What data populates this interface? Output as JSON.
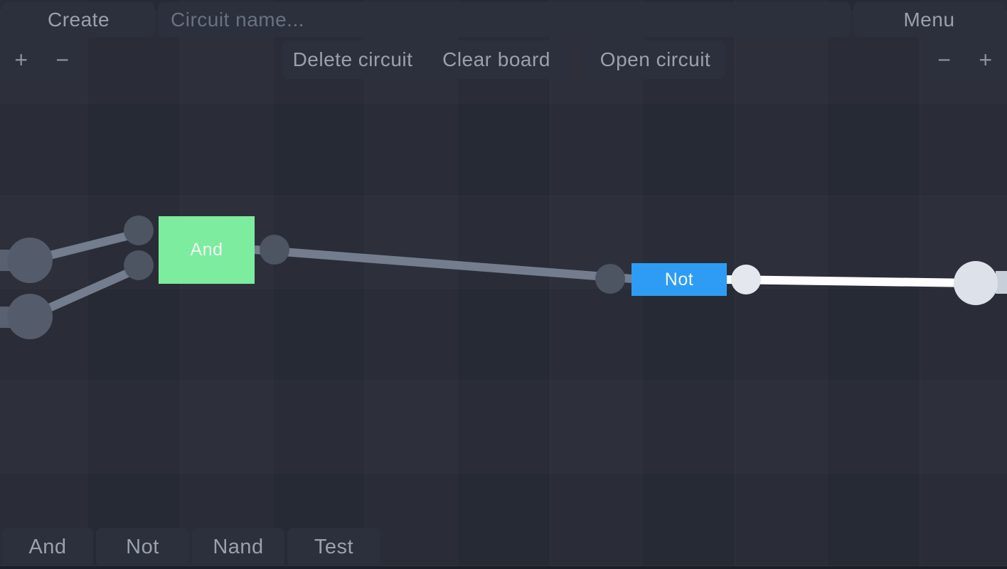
{
  "theme": {
    "bg": "#282c37",
    "panel": "#2b303c",
    "panel_text": "#9aa1ac",
    "placeholder": "#6a7180",
    "gate_and": "#7dec9f",
    "gate_not": "#2e9cf4",
    "gate_label": "#eff8f3",
    "node_off": "#4d5462",
    "node_on": "#e4e8ee",
    "pad_off": "#545b6a",
    "pad_on": "#dde2ea",
    "wire_off": "#747d8d",
    "wire_on": "#ffffff",
    "stub_off": "#59606f",
    "stub_on": "#c9cfd9",
    "bottom_strip": "#1b1f28"
  },
  "top_bar": {
    "create_label": "Create",
    "circuit_name_placeholder": "Circuit name...",
    "circuit_name_value": "",
    "menu_label": "Menu"
  },
  "actions": {
    "delete_circuit": "Delete circuit",
    "clear_board": "Clear board",
    "open_circuit": "Open circuit"
  },
  "zoom_controls": {
    "plus": "+",
    "minus": "−"
  },
  "palette": {
    "items": [
      {
        "label": "And"
      },
      {
        "label": "Not"
      },
      {
        "label": "Nand"
      },
      {
        "label": "Test"
      }
    ]
  },
  "circuit": {
    "gates": [
      {
        "label": "And",
        "type": "and",
        "color": "#7dec9f"
      },
      {
        "label": "Not",
        "type": "not",
        "color": "#2e9cf4"
      }
    ],
    "input_pins": [
      {
        "state": "off"
      },
      {
        "state": "off"
      }
    ],
    "output_pin": {
      "state": "on"
    }
  }
}
